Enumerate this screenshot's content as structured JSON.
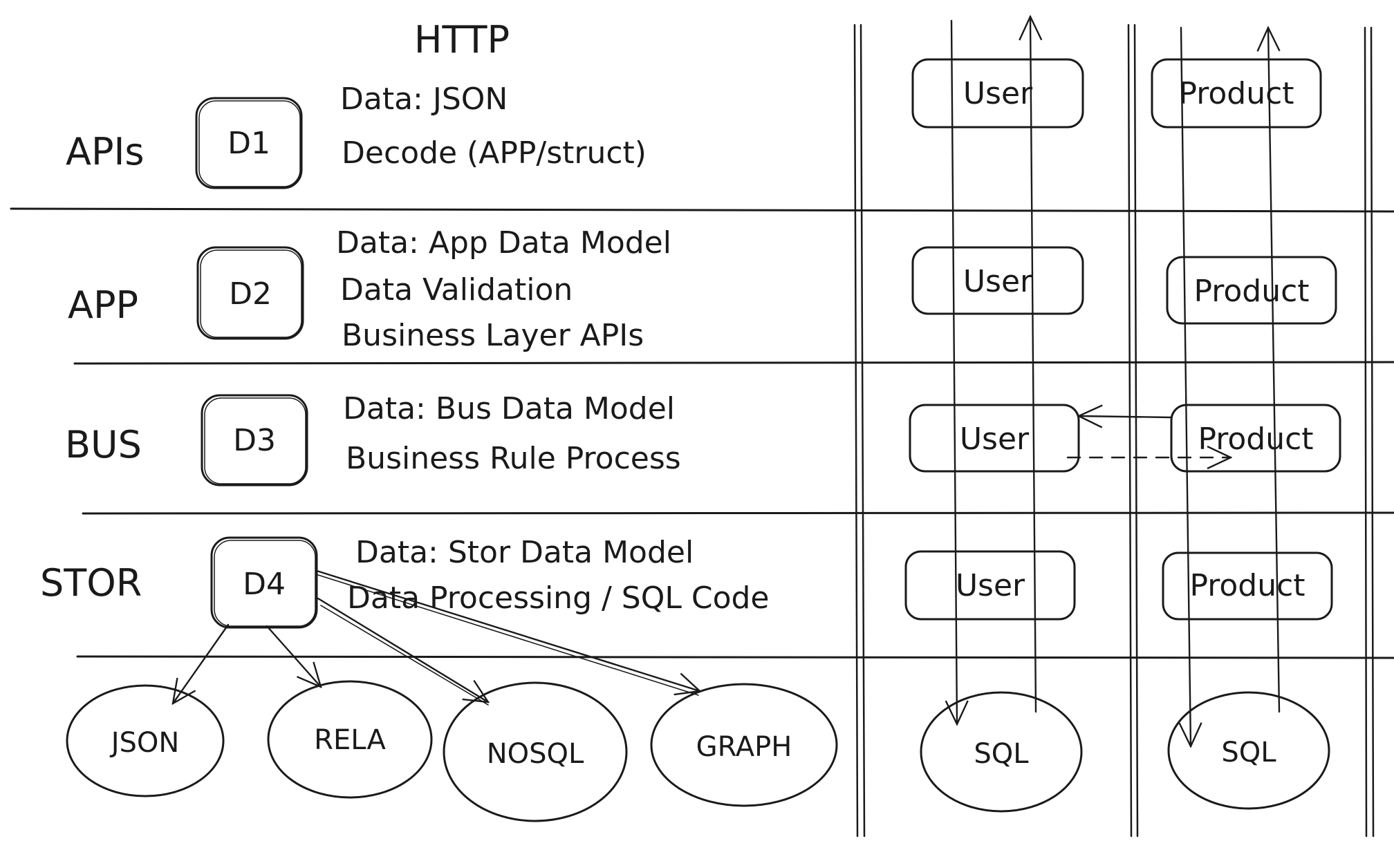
{
  "title": "HTTP",
  "layers": [
    {
      "label": "APIs",
      "box": "D1",
      "lines": [
        "Data: JSON",
        "Decode (APP/struct)"
      ]
    },
    {
      "label": "APP",
      "box": "D2",
      "lines": [
        "Data: App Data Model",
        "Data Validation",
        "Business Layer APIs"
      ]
    },
    {
      "label": "BUS",
      "box": "D3",
      "lines": [
        "Data: Bus Data Model",
        "Business Rule Process"
      ]
    },
    {
      "label": "STOR",
      "box": "D4",
      "lines": [
        "Data: Stor Data Model",
        "Data Processing / SQL Code"
      ]
    }
  ],
  "stores": [
    "JSON",
    "RELA",
    "NOSQL",
    "GRAPH"
  ],
  "domains": [
    {
      "entities": [
        "User",
        "User",
        "User",
        "User"
      ],
      "db": "SQL"
    },
    {
      "entities": [
        "Product",
        "Product",
        "Product",
        "Product"
      ],
      "db": "SQL"
    }
  ],
  "colors": {
    "ink": "#1a1a1a",
    "background": "#ffffff"
  }
}
